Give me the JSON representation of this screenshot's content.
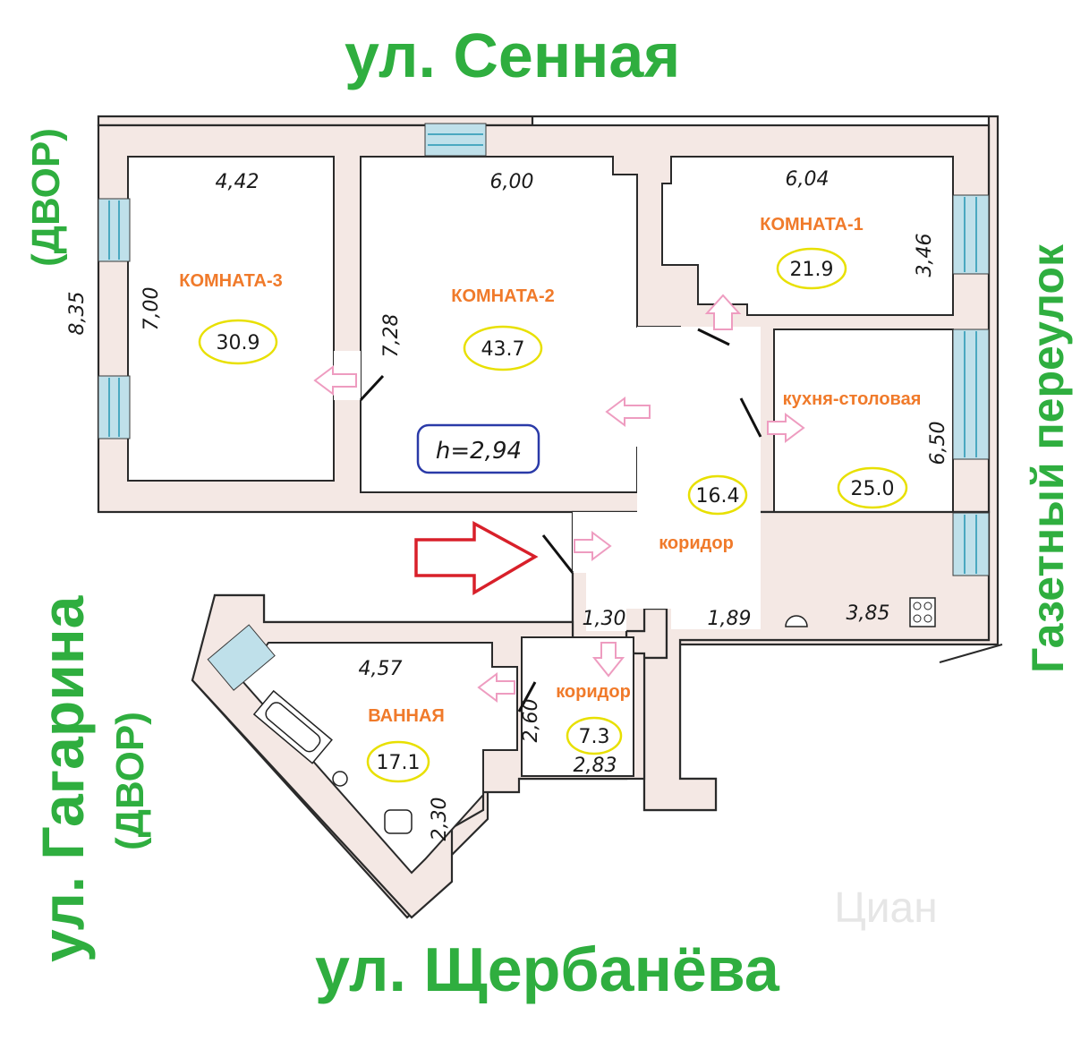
{
  "streets": {
    "top": "ул. Сенная",
    "bottom": "ул. Щербанёва",
    "left_main": "ул. Гагарина",
    "left_yard_top": "(ДВОР)",
    "left_yard_bottom": "(ДВОР)",
    "right": "Газетный переулок"
  },
  "rooms": {
    "room3": {
      "label": "КОМНАТА-3",
      "area": "30.9",
      "width": "4,42",
      "length": "7,00"
    },
    "room2": {
      "label": "КОМНАТА-2",
      "area": "43.7",
      "width": "6,00",
      "length": "7,28"
    },
    "room1": {
      "label": "КОМНАТА-1",
      "area": "21.9",
      "width": "6,04",
      "length": "3,46"
    },
    "kitchen": {
      "label": "кухня-столовая",
      "area": "25.0",
      "width": "3,85",
      "length": "6,50"
    },
    "corridor1": {
      "label": "коридор",
      "area": "16.4",
      "dim_a": "1,30",
      "dim_b": "1,89"
    },
    "bath": {
      "label": "ВАННАЯ",
      "area": "17.1",
      "width": "4,57",
      "length": "2,30"
    },
    "corridor2": {
      "label": "коридор",
      "area": "7.3",
      "width": "2,83",
      "length": "2,60"
    }
  },
  "overall_length": "8,35",
  "ceiling_height": "h=2,94",
  "watermark": "Циан",
  "colors": {
    "street": "#2fae3f",
    "room_label": "#f07a2a",
    "area_outline": "#e8e000",
    "nav_arrow": "#ee9cc0",
    "entrance_arrow": "#d8202a",
    "height_box": "#2a3aa8"
  }
}
